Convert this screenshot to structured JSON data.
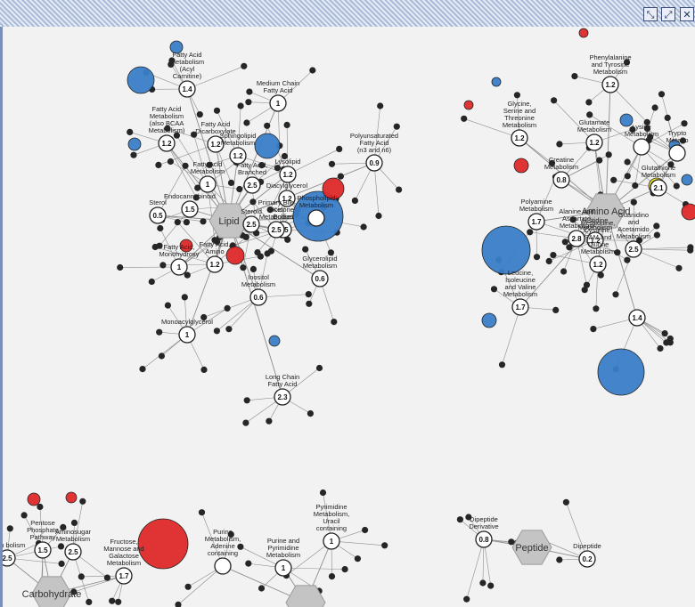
{
  "window": {
    "restore_label": "⤡",
    "maximize_label": "⤢",
    "close_label": "✕"
  },
  "colors": {
    "background": "#f2f2f2",
    "edge": "#8c8c8c",
    "hub": "#c4c4c4",
    "decreased": "#3a7fc8",
    "increased": "#e02a2a",
    "metabolite_default": "#262626",
    "fold_high": "#f2e21a"
  },
  "hubs": [
    {
      "id": "lipid",
      "label": "Lipid"
    },
    {
      "id": "amino",
      "label": "Amino Acid"
    },
    {
      "id": "carb",
      "label": "Carbohydrate"
    },
    {
      "id": "pep",
      "label": "Peptide"
    },
    {
      "id": "nuc",
      "label": ""
    }
  ],
  "pathways": [
    {
      "id": "mcfa",
      "label": "Medium Chain Fatty Acid",
      "ratio": "1"
    },
    {
      "id": "fa_acyl",
      "label": "Fatty Acid Metabolism (Acyl Carnitine)",
      "ratio": "1.4"
    },
    {
      "id": "fa_dicarb",
      "label": "Fatty Acid Dicarboxylate",
      "ratio": "1.2"
    },
    {
      "id": "fa_also",
      "label": "Fatty Acid Metabolism (also BCAA Metabolism)",
      "ratio": "1.2"
    },
    {
      "id": "fa_branched",
      "label": "Fatty Acid, Branched",
      "ratio": "2.5"
    },
    {
      "id": "sphingo",
      "label": "Sphingolipid Metabolism",
      "ratio": "1.2"
    },
    {
      "id": "pufa",
      "label": "Polyunsaturated Fatty Acid (n3 and n6)",
      "ratio": "0.9"
    },
    {
      "id": "lysolipid",
      "label": "Lysolipid",
      "ratio": "1.2"
    },
    {
      "id": "endocann",
      "label": "Endocannabinoid",
      "ratio": "1.5"
    },
    {
      "id": "fa_metab",
      "label": "Fatty Acid Metabolism",
      "ratio": "1"
    },
    {
      "id": "sterol",
      "label": "Sterol",
      "ratio": "0.5"
    },
    {
      "id": "steroid",
      "label": "Steroid",
      "ratio": "2.5"
    },
    {
      "id": "diacylglyc",
      "label": "Diacylglycerol",
      "ratio": "1.2"
    },
    {
      "id": "ketone",
      "label": "Ketone Bodies",
      "ratio": "2.5"
    },
    {
      "id": "bile",
      "label": "Primary Bile Acid Metabolism",
      "ratio": "2.5"
    },
    {
      "id": "phospholipid",
      "label": "Phospholipid Metabolism",
      "ratio": ""
    },
    {
      "id": "fa_monohydroxy",
      "label": "Fatty Acid, Monohydroxy",
      "ratio": "1"
    },
    {
      "id": "fa_amino",
      "label": "Fatty Acid, Amino",
      "ratio": "1.2"
    },
    {
      "id": "inositol",
      "label": "Inositol Metabolism",
      "ratio": "0.6"
    },
    {
      "id": "glycerolipid",
      "label": "Glycerolipid Metabolism",
      "ratio": "0.6"
    },
    {
      "id": "monoacylglycerol",
      "label": "Monoacylglycerol",
      "ratio": "1"
    },
    {
      "id": "lcfa",
      "label": "Long Chain Fatty Acid",
      "ratio": "2.3"
    },
    {
      "id": "glycine",
      "label": "Glycine, Serine and Threonine Metabolism",
      "ratio": "1.2"
    },
    {
      "id": "phenylalanine",
      "label": "Phenylalanine and Tyrosine Metabolism",
      "ratio": "1.2"
    },
    {
      "id": "glutamate",
      "label": "Glutamate Metabolism",
      "ratio": "1.2"
    },
    {
      "id": "lysine",
      "label": "Lysine Metabolism",
      "ratio": ""
    },
    {
      "id": "tryptophan",
      "label": "Trypto Metabo",
      "ratio": ""
    },
    {
      "id": "glutathione",
      "label": "Glutathione Metabolism",
      "ratio": "2.1"
    },
    {
      "id": "creatine",
      "label": "Creatine Metabolism",
      "ratio": "0.8"
    },
    {
      "id": "polyamine",
      "label": "Polyamine Metabolism",
      "ratio": "1.7"
    },
    {
      "id": "alanine",
      "label": "Alanine and Aspartate Metabolism",
      "ratio": "2.8"
    },
    {
      "id": "histidine",
      "label": "Histidine Metabolism",
      "ratio": "1.2"
    },
    {
      "id": "guanidino",
      "label": "Guanidino and Acetamido Metabolism",
      "ratio": "2.5"
    },
    {
      "id": "leucine",
      "label": "Leucine, Isoleucine and Valine Metabolism",
      "ratio": "1.7"
    },
    {
      "id": "methionine",
      "label": "Methionine, Cysteine, SAM and Taurine Metabolism",
      "ratio": "1.2"
    },
    {
      "id": "urea",
      "label": "",
      "ratio": "1.4"
    },
    {
      "id": "pentose",
      "label": "Pentose Phosphate Pathway",
      "ratio": "1.5"
    },
    {
      "id": "aminosugar",
      "label": "Aminosugar Metabolism",
      "ratio": "2.5"
    },
    {
      "id": "fructose",
      "label": "Fructose, Mannose and Galactose Metabolism",
      "ratio": "1.7"
    },
    {
      "id": "glycogen",
      "label": "ogen bolism",
      "ratio": "2.5"
    },
    {
      "id": "purine_urate",
      "label": "Purine Metabolism, Adenine containing",
      "ratio": ""
    },
    {
      "id": "purine_pyr",
      "label": "Purine and Pyrimidine Metabolism",
      "ratio": "1"
    },
    {
      "id": "pyrimidine",
      "label": "Pyrimidine Metabolism, Uracil containing",
      "ratio": "1"
    },
    {
      "id": "dipeptide_deriv",
      "label": "Dipeptide Derivative",
      "ratio": "0.8"
    },
    {
      "id": "dipeptide",
      "label": "Dipeptide",
      "ratio": "0.2"
    }
  ]
}
